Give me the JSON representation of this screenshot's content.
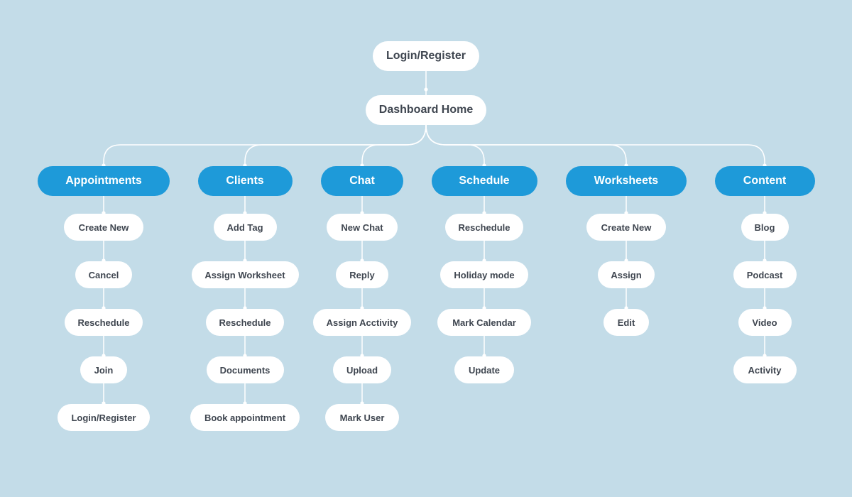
{
  "colors": {
    "background": "#c3dce8",
    "category_fill": "#1e9ad9",
    "node_fill": "#ffffff",
    "node_text": "#3f4650",
    "connector": "#ffffff"
  },
  "root": {
    "label": "Login/Register"
  },
  "home": {
    "label": "Dashboard Home"
  },
  "categories": [
    {
      "label": "Appointments",
      "items": [
        "Create New",
        "Cancel",
        "Reschedule",
        "Join",
        "Login/Register"
      ]
    },
    {
      "label": "Clients",
      "items": [
        "Add Tag",
        "Assign Worksheet",
        "Reschedule",
        "Documents",
        "Book appointment"
      ]
    },
    {
      "label": "Chat",
      "items": [
        "New Chat",
        "Reply",
        "Assign Acctivity",
        "Upload",
        "Mark User"
      ]
    },
    {
      "label": "Schedule",
      "items": [
        "Reschedule",
        "Holiday mode",
        "Mark Calendar",
        "Update"
      ]
    },
    {
      "label": "Worksheets",
      "items": [
        "Create New",
        "Assign",
        "Edit"
      ]
    },
    {
      "label": "Content",
      "items": [
        "Blog",
        "Podcast",
        "Video",
        "Activity"
      ]
    }
  ]
}
